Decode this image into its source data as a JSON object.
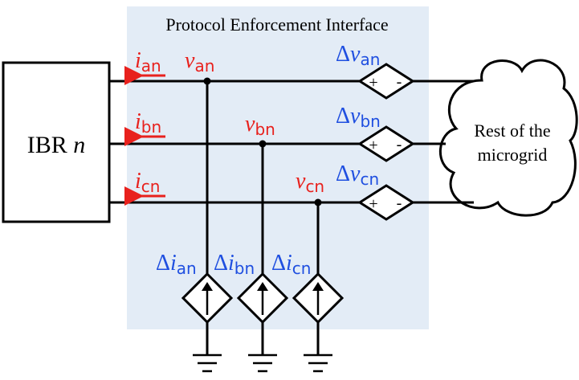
{
  "interface_title": "Protocol Enforcement Interface",
  "ibr": {
    "name": "IBR",
    "index": "n"
  },
  "rest_label": {
    "line1": "Rest of the",
    "line2": "microgrid"
  },
  "delta": "Δ",
  "phases": [
    {
      "current": "i",
      "current_sub": "an",
      "voltage": "v",
      "voltage_sub": "an",
      "dv": "v",
      "dv_sub": "an",
      "di": "i",
      "di_sub": "an"
    },
    {
      "current": "i",
      "current_sub": "bn",
      "voltage": "v",
      "voltage_sub": "bn",
      "dv": "v",
      "dv_sub": "bn",
      "di": "i",
      "di_sub": "bn"
    },
    {
      "current": "i",
      "current_sub": "cn",
      "voltage": "v",
      "voltage_sub": "cn",
      "dv": "v",
      "dv_sub": "cn",
      "di": "i",
      "di_sub": "cn"
    }
  ],
  "source_plus": "+",
  "source_minus": "-",
  "colors": {
    "panel": "#e3ecf6",
    "red": "#e8211d",
    "blue": "#1f4fe0"
  }
}
